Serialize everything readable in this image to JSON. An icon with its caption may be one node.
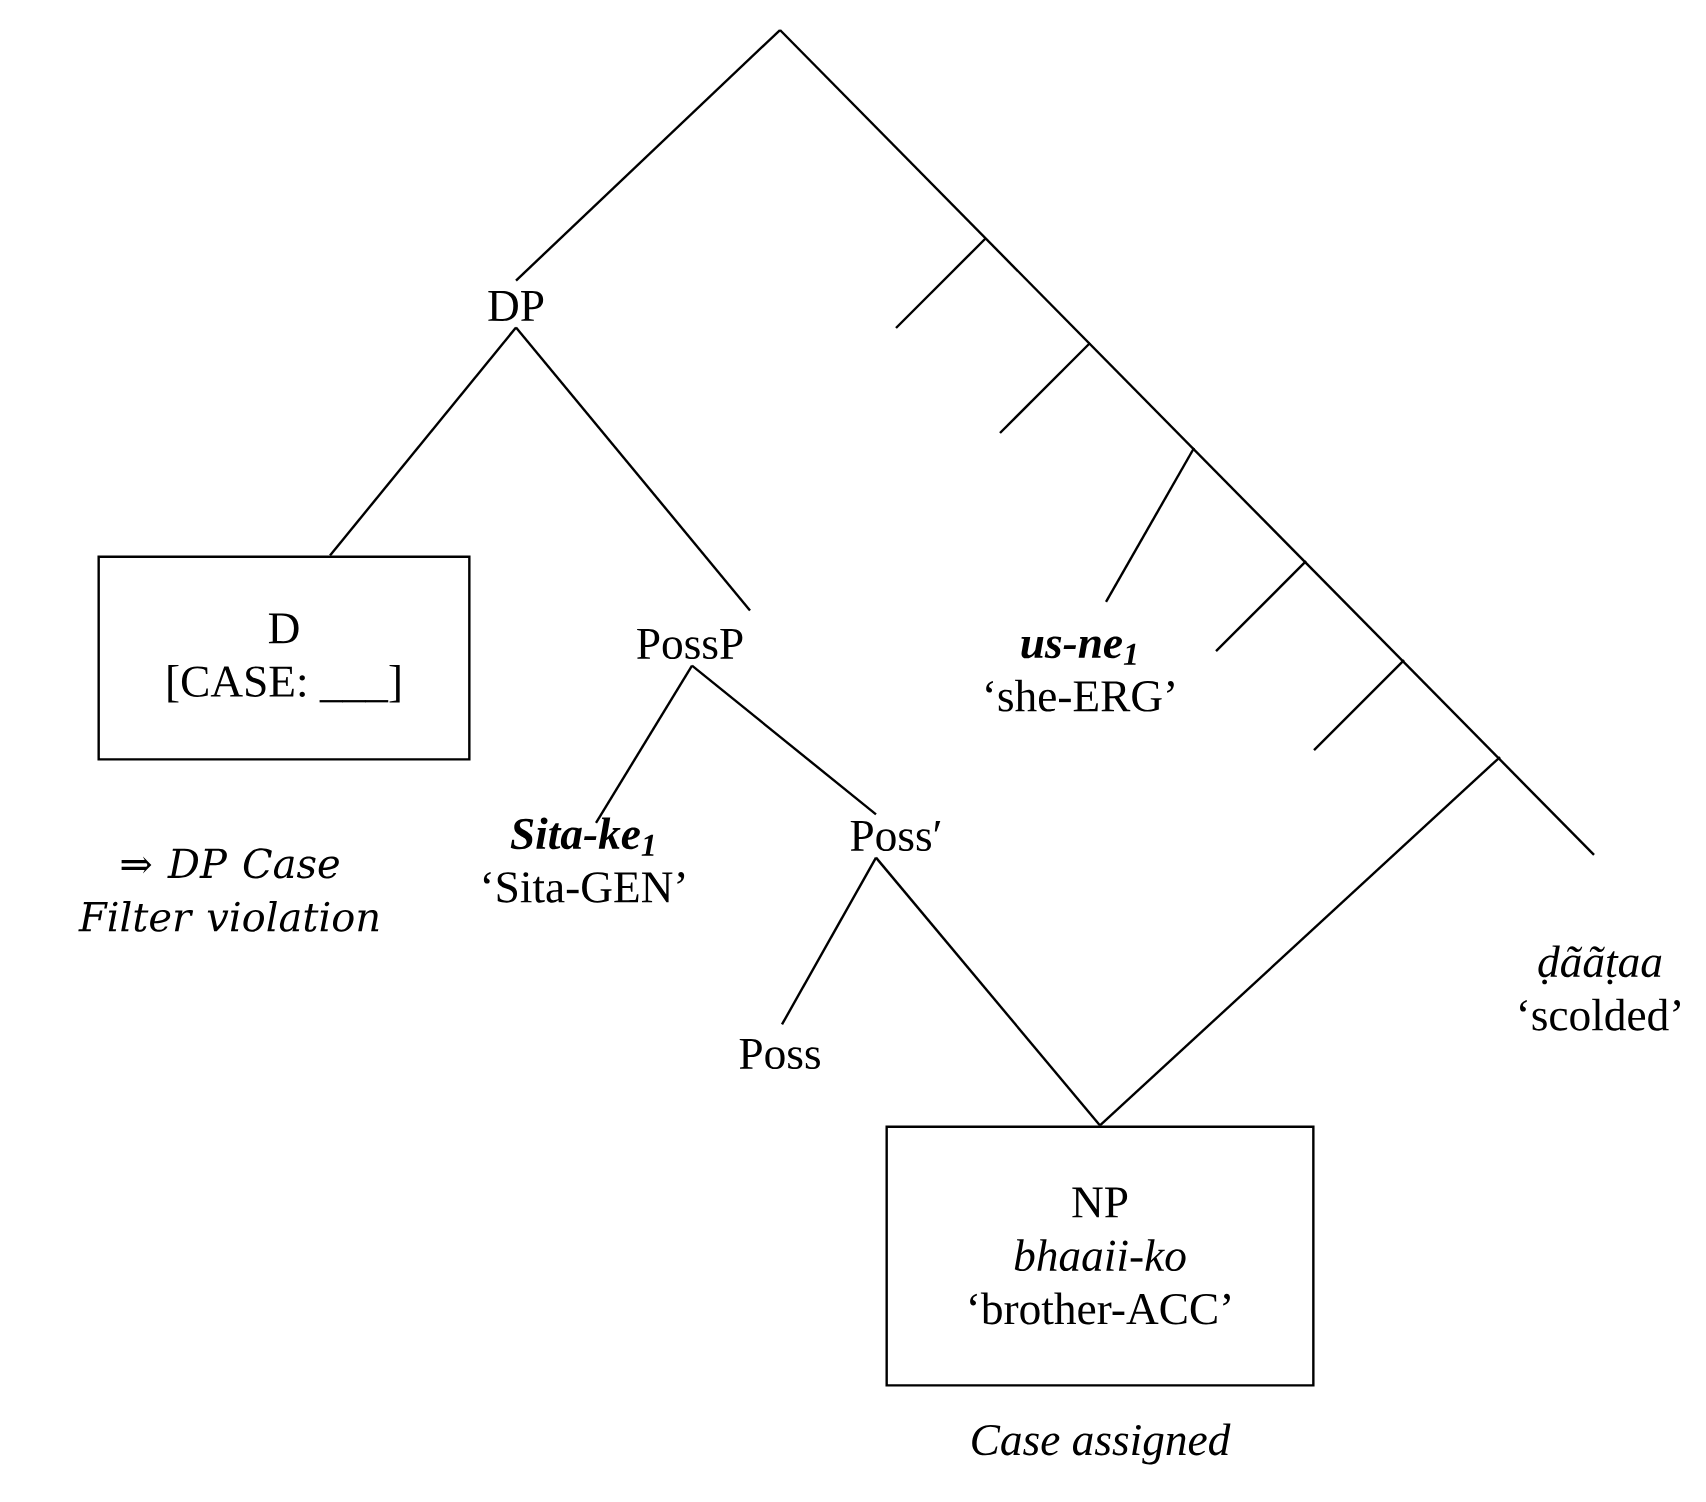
{
  "diagram": {
    "nodes": [
      {
        "text": [
          "DP"
        ]
      },
      {
        "text": [
          "D",
          "[CASE: ___]"
        ],
        "beside": [
          "⇒ DP Case Filter violation"
        ]
      },
      {
        "text": [
          "PossP"
        ]
      },
      {
        "text": [
          "Sita-ke$_{1}$",
          "‘Sita-GEN’"
        ]
      },
      {
        "text": [
          "Poss′"
        ]
      },
      {
        "text": [
          "Poss"
        ]
      },
      {
        "text": [
          "us-ne$_{1}$",
          "‘she-ERG’"
        ]
      },
      {
        "text": [
          "NP",
          "bhaaii-ko",
          "‘brother-ACC’"
        ],
        "beside": [
          "Case assigned"
        ]
      },
      {
        "text": [
          "ḍããṭaa",
          "‘scolded’"
        ]
      }
    ],
    "edges": [
      {
        "from": null,
        "to": 0,
        "arrow": "none"
      },
      {
        "from": 0,
        "to": 1,
        "arrow": "none"
      },
      {
        "from": 0,
        "to": 2,
        "arrow": "none"
      },
      {
        "from": 2,
        "to": 3,
        "arrow": "none"
      },
      {
        "from": 2,
        "to": 4,
        "arrow": "none"
      },
      {
        "from": 4,
        "to": 5,
        "arrow": "none"
      },
      {
        "from": 4,
        "to": 7,
        "arrow": "none"
      },
      {
        "from": null,
        "to": 6,
        "arrow": "none"
      },
      {
        "from": null,
        "to": 7,
        "arrow": "none"
      },
      {
        "from": null,
        "to": 8,
        "arrow": "none"
      }
    ]
  }
}
